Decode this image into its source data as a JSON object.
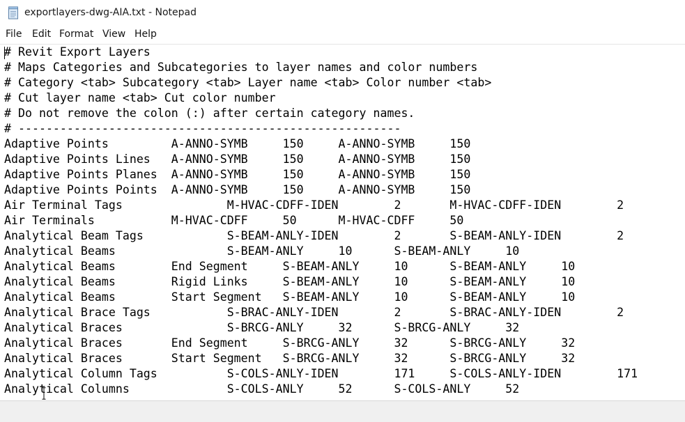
{
  "window": {
    "title": "exportlayers-dwg-AIA.txt - Notepad",
    "icon": "notepad-icon"
  },
  "menu": [
    {
      "label": "File"
    },
    {
      "label": "Edit"
    },
    {
      "label": "Format"
    },
    {
      "label": "View"
    },
    {
      "label": "Help"
    }
  ],
  "editor": {
    "lines": [
      "# Revit Export Layers",
      "# Maps Categories and Subcategories to layer names and color numbers",
      "# Category <tab> Subcategory <tab> Layer name <tab> Color number <tab>",
      "# Cut layer name <tab> Cut color number",
      "# Do not remove the colon (:) after certain category names.",
      "# -------------------------------------------------------",
      "Adaptive Points         A-ANNO-SYMB     150     A-ANNO-SYMB     150",
      "Adaptive Points Lines   A-ANNO-SYMB     150     A-ANNO-SYMB     150",
      "Adaptive Points Planes  A-ANNO-SYMB     150     A-ANNO-SYMB     150",
      "Adaptive Points Points  A-ANNO-SYMB     150     A-ANNO-SYMB     150",
      "Air Terminal Tags               M-HVAC-CDFF-IDEN        2       M-HVAC-CDFF-IDEN        2",
      "Air Terminals           M-HVAC-CDFF     50      M-HVAC-CDFF     50",
      "Analytical Beam Tags            S-BEAM-ANLY-IDEN        2       S-BEAM-ANLY-IDEN        2",
      "Analytical Beams                S-BEAM-ANLY     10      S-BEAM-ANLY     10",
      "Analytical Beams        End Segment     S-BEAM-ANLY     10      S-BEAM-ANLY     10",
      "Analytical Beams        Rigid Links     S-BEAM-ANLY     10      S-BEAM-ANLY     10",
      "Analytical Beams        Start Segment   S-BEAM-ANLY     10      S-BEAM-ANLY     10",
      "Analytical Brace Tags           S-BRAC-ANLY-IDEN        2       S-BRAC-ANLY-IDEN        2",
      "Analytical Braces               S-BRCG-ANLY     32      S-BRCG-ANLY     32",
      "Analytical Braces       End Segment     S-BRCG-ANLY     32      S-BRCG-ANLY     32",
      "Analytical Braces       Start Segment   S-BRCG-ANLY     32      S-BRCG-ANLY     32",
      "Analytical Column Tags          S-COLS-ANLY-IDEN        171     S-COLS-ANLY-IDEN        171",
      "Analytical Columns              S-COLS-ANLY     52      S-COLS-ANLY     52"
    ]
  }
}
